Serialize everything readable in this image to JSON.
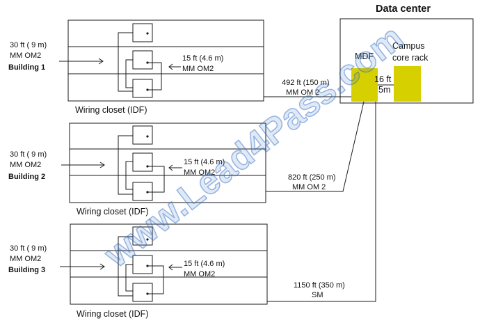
{
  "data_center": {
    "title": "Data center",
    "mdf_label": "MDF",
    "campus_label_line1": "Campus",
    "campus_label_line2": "core rack",
    "link_line1": "16 ft",
    "link_line2": "5m"
  },
  "buildings": [
    {
      "name": "Building 1",
      "horiz_line1": "30 ft ( 9 m)",
      "horiz_line2": "MM OM2",
      "patch_line1": "15 ft (4.6 m)",
      "patch_line2": "MM OM2",
      "closet_label": "Wiring closet (IDF)",
      "uplink_line1": "492 ft (150 m)",
      "uplink_line2": "MM OM 2"
    },
    {
      "name": "Building 2",
      "horiz_line1": "30 ft ( 9 m)",
      "horiz_line2": "MM OM2",
      "patch_line1": "15 ft (4.6 m)",
      "patch_line2": "MM OM2",
      "closet_label": "Wiring closet (IDF)",
      "uplink_line1": "820 ft (250 m)",
      "uplink_line2": "MM OM 2"
    },
    {
      "name": "Building 3",
      "horiz_line1": "30 ft ( 9 m)",
      "horiz_line2": "MM OM2",
      "patch_line1": "15 ft (4.6 m)",
      "patch_line2": "MM OM2",
      "closet_label": "Wiring closet (IDF)",
      "uplink_line1": "1150 ft (350 m)",
      "uplink_line2": "SM"
    }
  ],
  "watermark": "www.Lead4Pass.com",
  "colors": {
    "rack_fill": "#d6d000",
    "line": "#1a1a1a",
    "watermark": "#3c78c8"
  }
}
